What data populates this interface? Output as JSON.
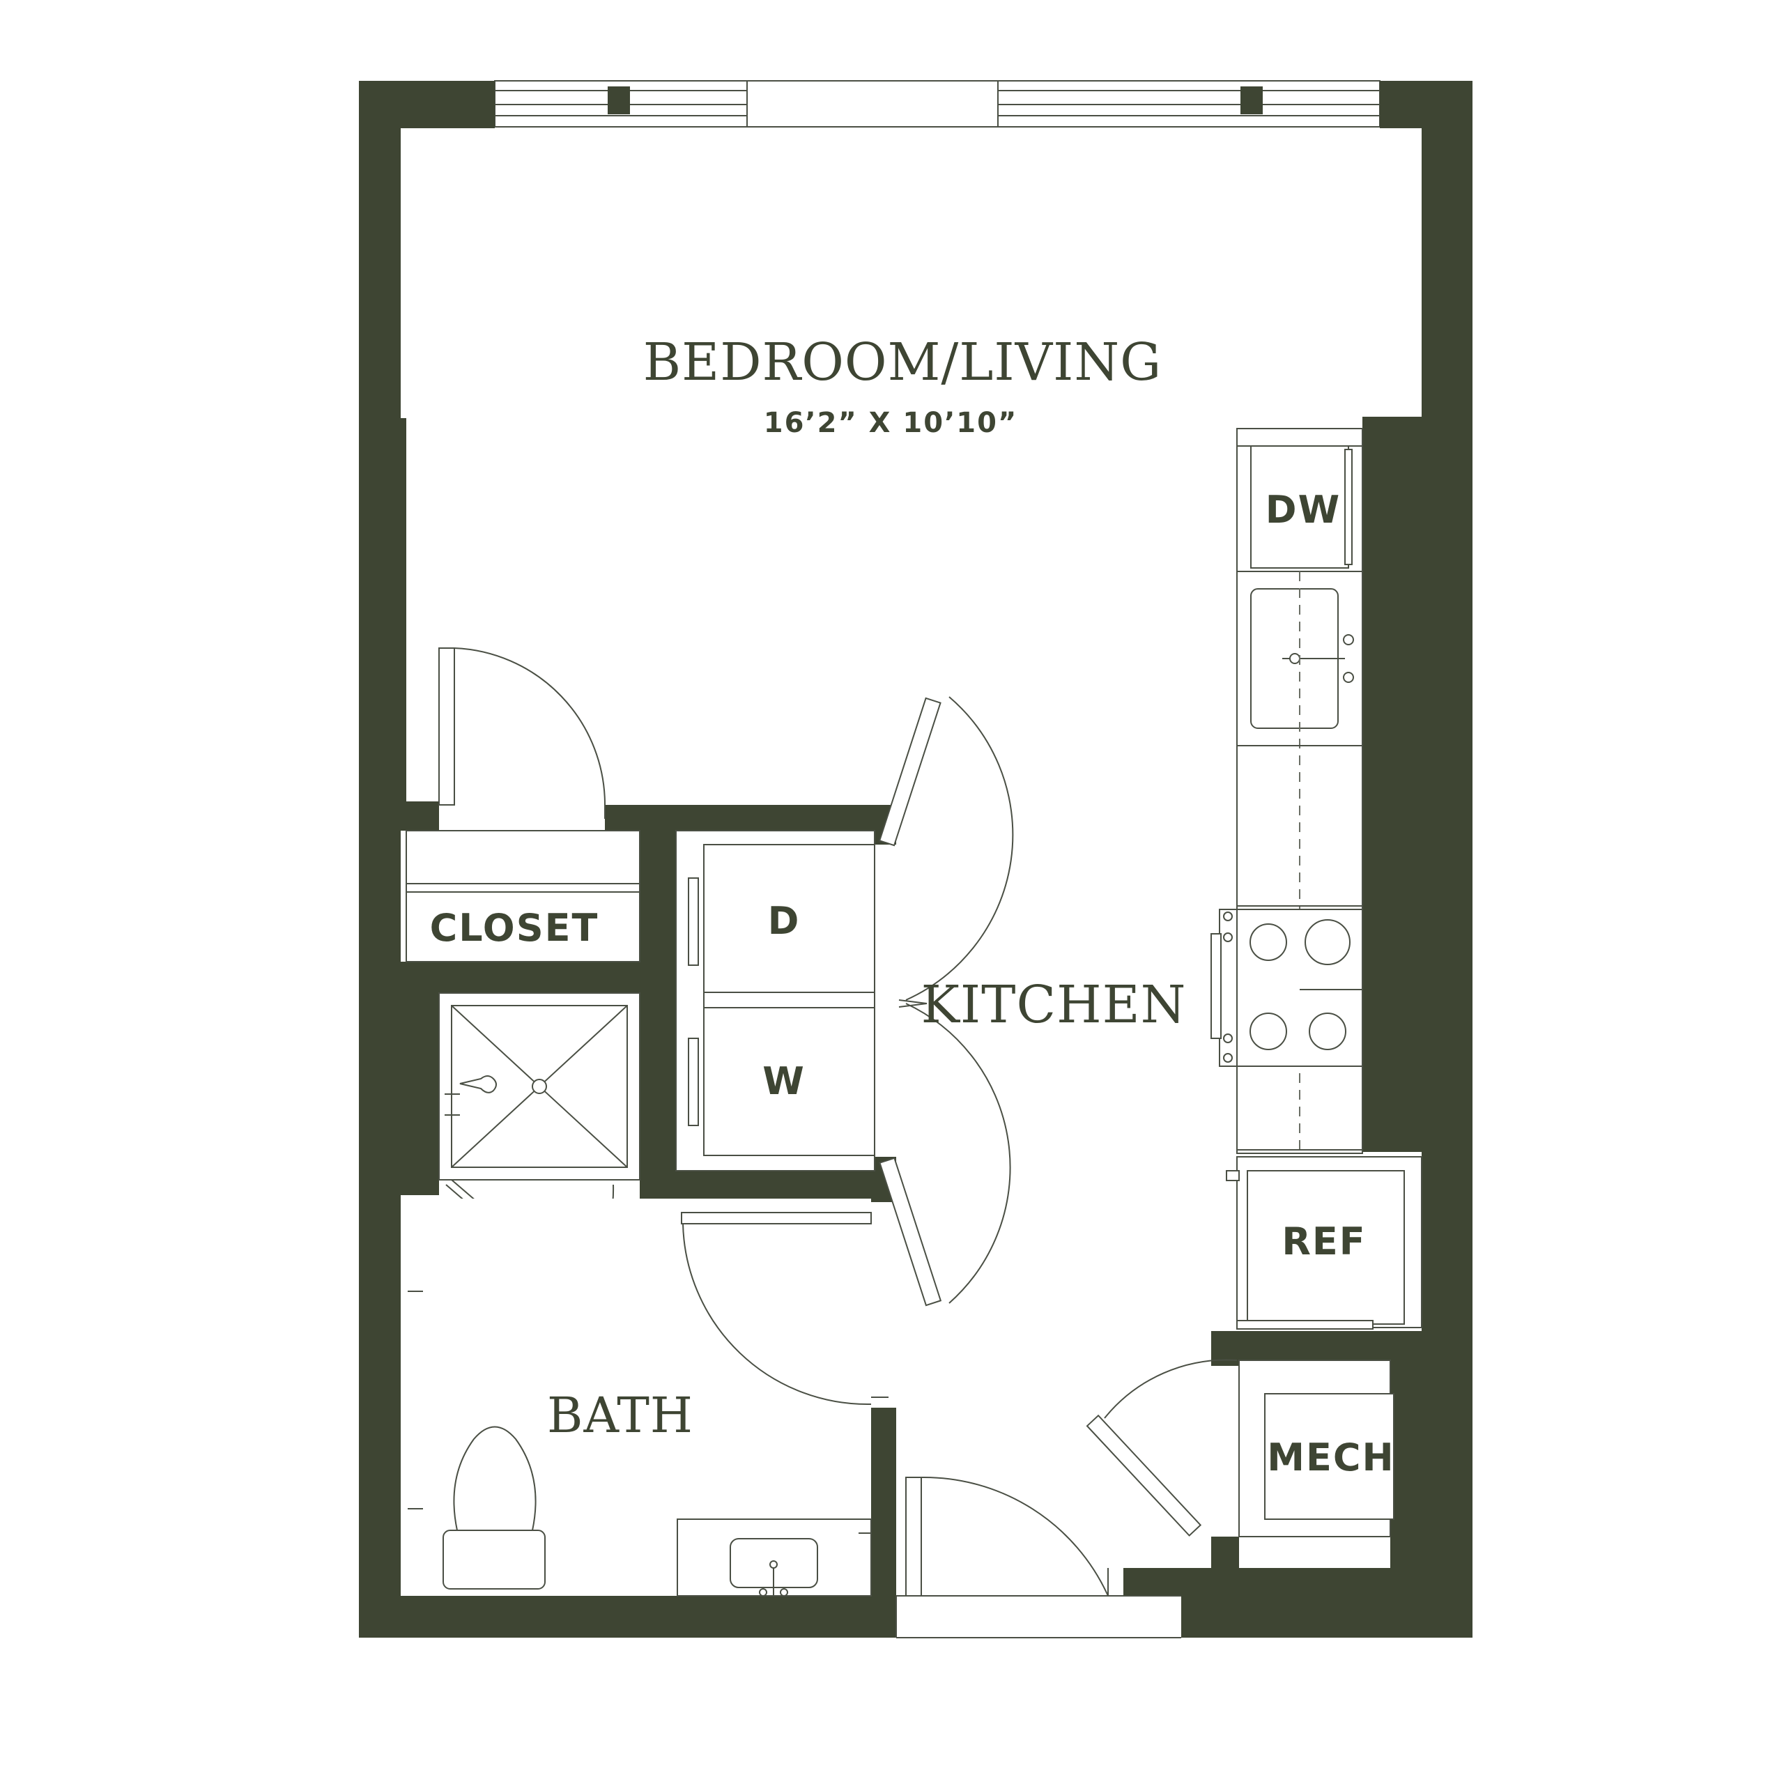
{
  "rooms": {
    "bedroom_living": {
      "name": "BEDROOM/LIVING",
      "dimensions": "16’2” X 10’10”"
    },
    "kitchen": {
      "name": "KITCHEN"
    },
    "bath": {
      "name": "BATH"
    },
    "closet": {
      "name": "CLOSET"
    }
  },
  "fixtures": {
    "dishwasher": "DW",
    "dryer": "D",
    "washer": "W",
    "refrigerator": "REF",
    "mechanical": "MECH"
  },
  "colors": {
    "wall": "#3e4533",
    "line": "#4a4f44",
    "background": "#ffffff"
  }
}
